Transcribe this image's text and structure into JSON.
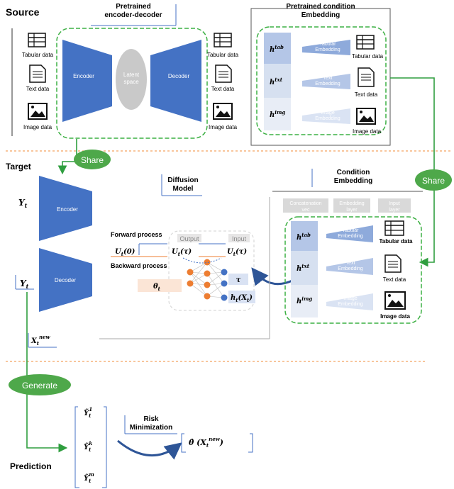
{
  "sections": {
    "source": "Source",
    "target": "Target",
    "prediction": "Prediction"
  },
  "source": {
    "pretrained_ed_title": "Pretrained\nencoder-decoder",
    "pretrained_ce_title": "Pretrained condition\nEmbedding",
    "encoder": "Encoder",
    "decoder": "Decoder",
    "latent": "Latent\nspace",
    "left_inputs": [
      "Tabular data",
      "Text data",
      "Image data"
    ],
    "right_outputs": [
      "Tabular data",
      "Text data",
      "Image data"
    ],
    "h_labels": [
      "h^tab",
      "h^txt",
      "h^img"
    ],
    "embedding_labels": [
      "Tabular\nEmbedding",
      "Text\nEmbedding",
      "Image\nEmbedding"
    ],
    "embedding_colors": [
      "#8eaadb",
      "#b4c6e7",
      "#dae3f3"
    ],
    "emb_inputs": [
      "Tabular data",
      "Text data",
      "Image data"
    ]
  },
  "badges": {
    "share_left": "Share",
    "share_right": "Share",
    "generate": "Generate"
  },
  "colors": {
    "green": "#2f9e3f",
    "badge": "#4ea84a",
    "blue": "#4472c4",
    "dashed": "#3cb043",
    "separator": "#f4a460"
  },
  "target": {
    "y_top": "Y_t",
    "y_bottom": "Y_t",
    "encoder": "Encoder",
    "decoder": "Decoder",
    "x_new": "X_t^new",
    "forward": "Forward process",
    "backward": "Backward process",
    "u0": "U_t(0)",
    "ut1": "U_t(τ)",
    "ut2": "U_t(τ)",
    "theta": "θ_t",
    "output": "Output",
    "input": "Input",
    "tau": "τ",
    "ht": "h_t(X_t)",
    "diffusion_title": "Diffusion\nModel",
    "condition_title": "Condition\nEmbedding",
    "col_headers": [
      "Concatenation\nvec",
      "Embedding\nlayer",
      "Input\nlayer"
    ],
    "h_labels": [
      "h^tab",
      "h^txt",
      "h^img"
    ],
    "embedding_labels": [
      "Tabular\nEmbedding",
      "Text\nEmbedding",
      "Image\nEmbedding"
    ],
    "inputs": [
      "Tabular data",
      "Text data",
      "Image data"
    ]
  },
  "prediction": {
    "samples": [
      "Ỹ_t^1",
      "Ỹ_t^k",
      "Ỹ_t^m"
    ],
    "risk": "Risk\nMinimization",
    "theta_hat": "θ̂ (X_t^new)"
  }
}
